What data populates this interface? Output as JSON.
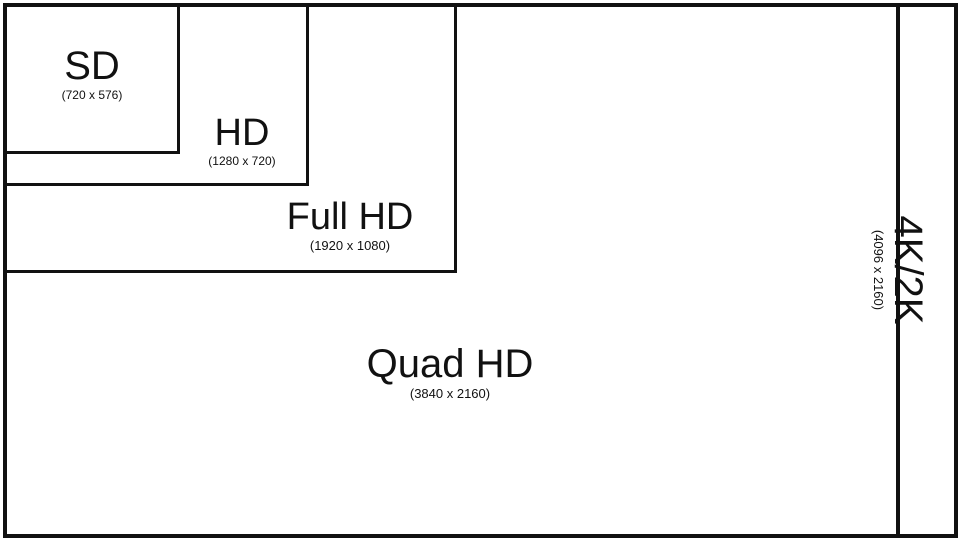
{
  "resolutions": {
    "sd": {
      "name": "SD",
      "dimensions": "(720 x 576)"
    },
    "hd": {
      "name": "HD",
      "dimensions": "(1280 x 720)"
    },
    "full_hd": {
      "name": "Full HD",
      "dimensions": "(1920 x 1080)"
    },
    "quad_hd": {
      "name": "Quad HD",
      "dimensions": "(3840 x 2160)"
    },
    "uhd_4k": {
      "name": "4K/2K",
      "dimensions": "(4096 x 2160)"
    }
  },
  "colors": {
    "line": "#111111",
    "background": "#ffffff",
    "text": "#111111"
  }
}
